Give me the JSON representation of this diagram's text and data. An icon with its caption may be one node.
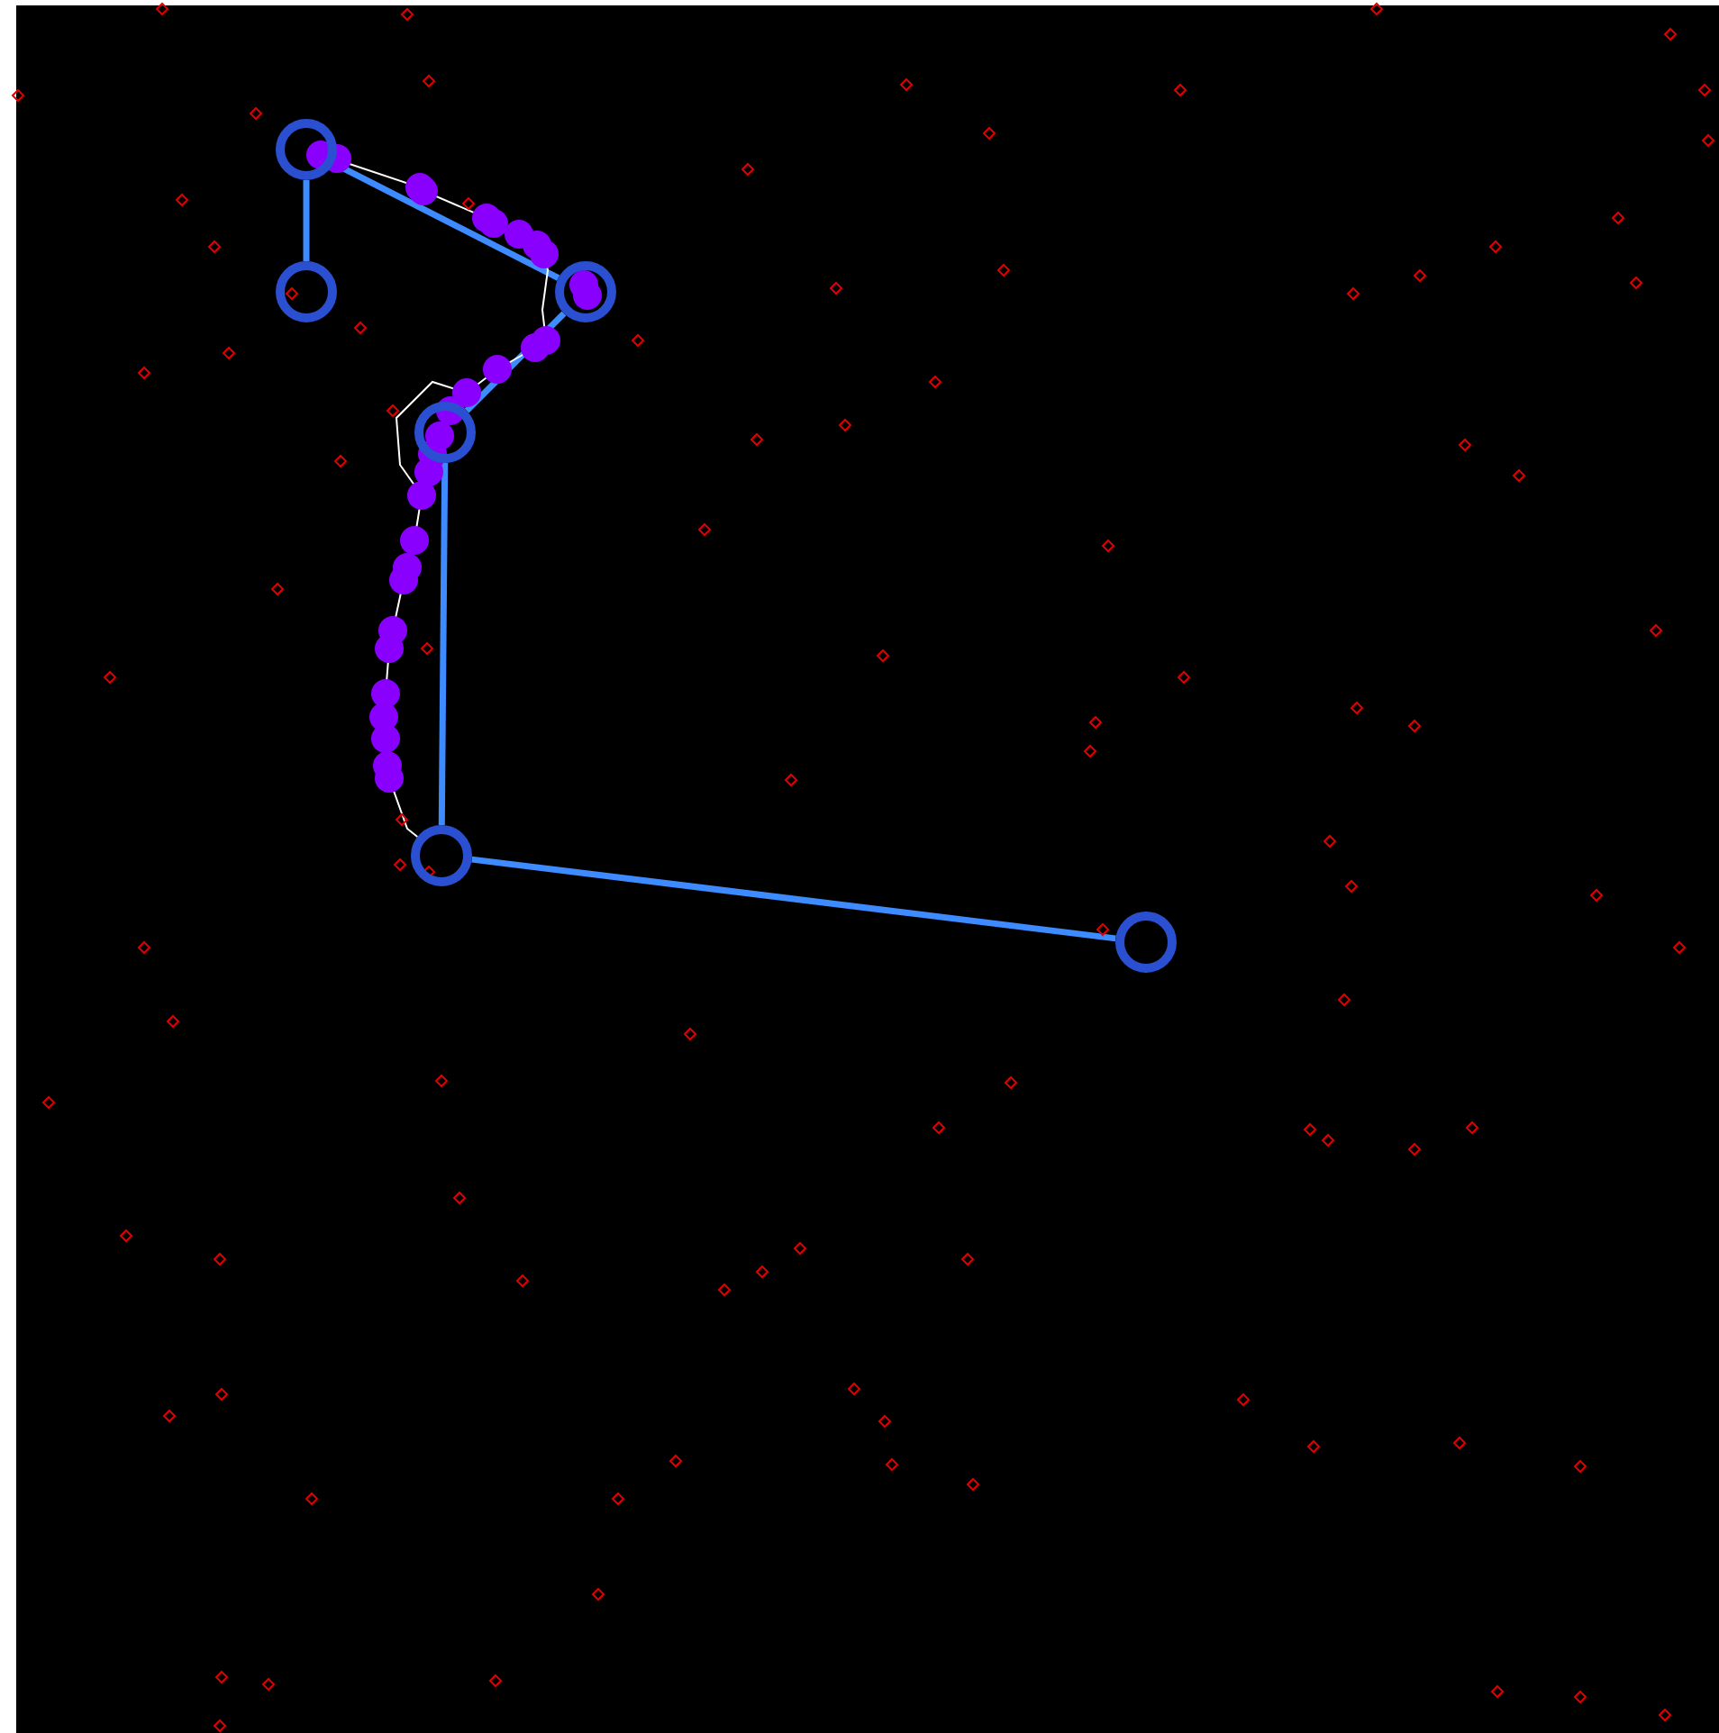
{
  "diagram": {
    "nodes": [
      {
        "text": [],
        "shape": "circle"
      },
      {
        "text": [],
        "shape": "circle"
      },
      {
        "text": [],
        "shape": "circle"
      },
      {
        "text": [],
        "shape": "circle"
      },
      {
        "text": [],
        "shape": "circle"
      },
      {
        "text": [],
        "shape": "circle"
      }
    ],
    "edges": [
      {
        "from": 0,
        "to": 1,
        "arrow": "none"
      },
      {
        "from": 0,
        "to": 2,
        "arrow": "none"
      },
      {
        "from": 2,
        "to": 3,
        "arrow": "none"
      },
      {
        "from": 3,
        "to": 4,
        "arrow": "none"
      },
      {
        "from": 4,
        "to": 5,
        "arrow": "none"
      },
      {
        "from": 0,
        "to": 4,
        "arrow": "none",
        "color": "#ffffff"
      }
    ]
  }
}
